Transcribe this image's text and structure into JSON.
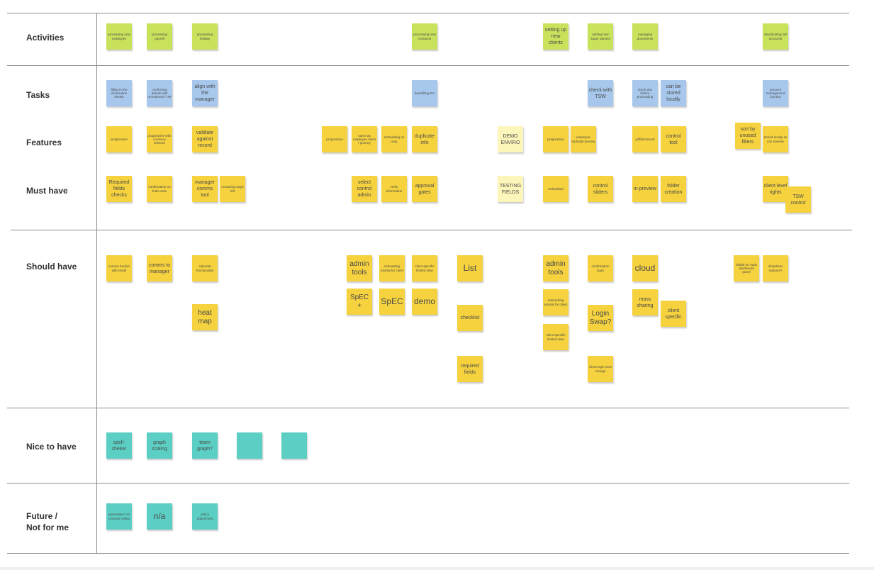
{
  "rows": {
    "activities": "Activities",
    "tasks": "Tasks",
    "features": "Features",
    "must_have": "Must have",
    "should_have": "Should have",
    "nice_to_have": "Nice to have",
    "future": "Future /\nNot for me"
  },
  "colors": {
    "activity_note": "#c8e25c",
    "task_note": "#a7c8ec",
    "feature_note": "#f5d23e",
    "pale_note": "#fdf6ba",
    "nice_note": "#5ccfc4"
  },
  "notes": {
    "a1": "processing new employee",
    "a2": "processing payroll",
    "a3": "processing holiday",
    "a4": "processing new contracts",
    "a5": "setting up new clients",
    "a6": "setting new super admins",
    "a7": "managing documents",
    "a8": "deactivating old accounts",
    "t1": "filling in the information sheets",
    "t2": "confirming details with recruitment / HR",
    "t3": "align with the manager",
    "t4": "backfilling Ext",
    "t5": "check with TSW",
    "t6": "check doc before proceeding",
    "t7": "can be stored locally",
    "t8": "account management function",
    "f1": "progressive",
    "f2": "progressive with currency selector",
    "f3": "validate against record",
    "f4": "progressive",
    "f5": "same as employee client / journey",
    "f6": "embedding on map",
    "f7": "duplicate info",
    "f8": "DEMO ENVIRO",
    "f9": "progressive",
    "f10": "employee replicate journey",
    "f11": "pdf/doc/excel",
    "f12": "control tool",
    "f13": "sort by unused filters",
    "f14": "stored locally so can reverse",
    "m1": "Required fields checks",
    "m2": "confirmation on both ends",
    "m3": "manager comms tool",
    "m4": "remaining days left",
    "m5": "select control admin",
    "m6": "verify information",
    "m7": "approval gates",
    "m8": "TESTING FIELDS",
    "m9": "embedded",
    "m10": "control sliders",
    "m11": "in-preview",
    "m12": "folder creation",
    "m13": "client level rights",
    "m14": "TSW control",
    "s1": "comms tracker with email",
    "s2": "comms to manager",
    "s3": "calendar functionality",
    "s4": "heat map",
    "s5": "admin tools",
    "s6": "onboarding tutorial for client",
    "s7": "client specific limited view",
    "s8": "SpEC +",
    "s9": "SpEC",
    "s10": "demo",
    "s11": "List",
    "s12": "checklist",
    "s13": "required fields",
    "s14": "admin tools",
    "s15": "onboarding tutorial for client",
    "s16": "client specific limited view",
    "s17": "confirmation span",
    "s18": "Login Swap?",
    "s19": "client login view change",
    "s20": "cloud",
    "s21": "mass sharing",
    "s22": "client specific",
    "s23": "visible on main dashboard panel",
    "s24": "dropdown reasons?",
    "n1": "spell-cheker",
    "n2": "graph scaling",
    "n3": "team graph?",
    "n4": "",
    "n5": "",
    "u1": "automation into contract rolling",
    "u2": "n/a",
    "u3": "policy attachment"
  }
}
